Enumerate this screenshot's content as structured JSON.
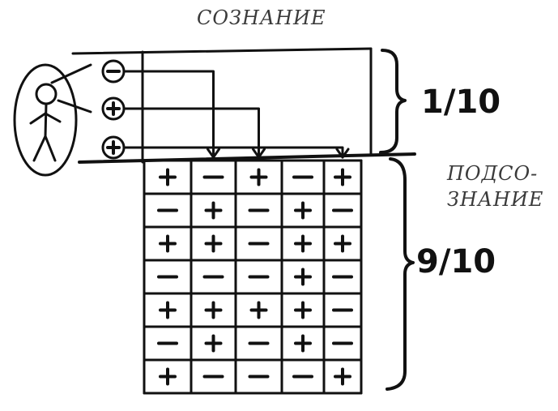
{
  "labels": {
    "conscious": "СОЗНАНИЕ",
    "subconscious_line1": "ПОДСО-",
    "subconscious_line2": "ЗНАНИЕ"
  },
  "fractions": {
    "conscious": "1/10",
    "subconscious": "9/10"
  },
  "conscious_signs": [
    "−",
    "+",
    "+"
  ],
  "conscious_sign_columns": [
    1,
    2,
    4
  ],
  "subconscious_grid": [
    [
      "+",
      "−",
      "+",
      "−",
      "+"
    ],
    [
      "−",
      "+",
      "−",
      "+",
      "−"
    ],
    [
      "+",
      "+",
      "−",
      "+",
      "+"
    ],
    [
      "−",
      "−",
      "−",
      "+",
      "−"
    ],
    [
      "+",
      "+",
      "+",
      "+",
      "−"
    ],
    [
      "−",
      "+",
      "−",
      "+",
      "−"
    ],
    [
      "+",
      "−",
      "−",
      "−",
      "+"
    ]
  ],
  "colors": {
    "ink": "#111111",
    "label": "#3a3a3a"
  }
}
